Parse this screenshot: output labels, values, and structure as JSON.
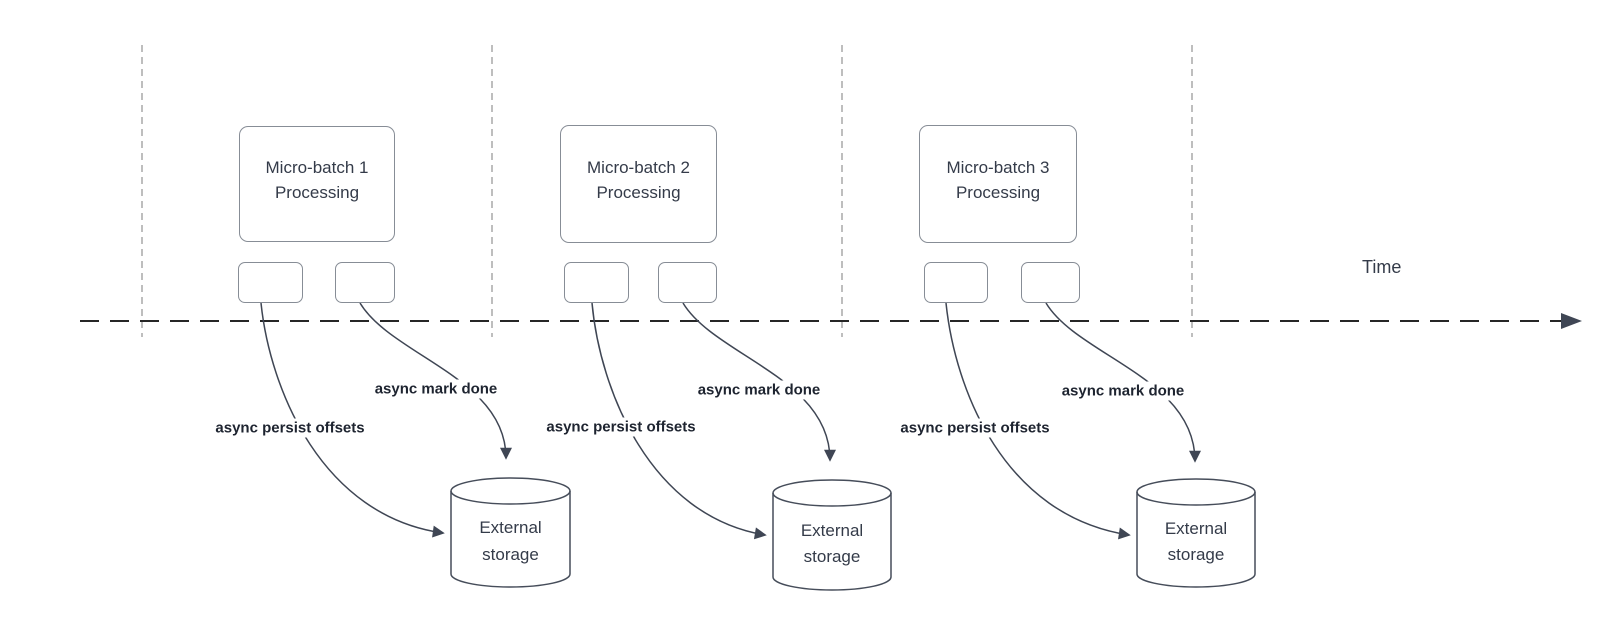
{
  "diagram": {
    "time_label": "Time",
    "groups": [
      {
        "processing_label": "Micro-batch 1 Processing",
        "persist_label": "async persist offsets",
        "mark_done_label": "async mark done",
        "storage_label": "External storage"
      },
      {
        "processing_label": "Micro-batch 2 Processing",
        "persist_label": "async persist offsets",
        "mark_done_label": "async mark done",
        "storage_label": "External storage"
      },
      {
        "processing_label": "Micro-batch 3 Processing",
        "persist_label": "async persist offsets",
        "mark_done_label": "async mark done",
        "storage_label": "External storage"
      }
    ],
    "colors": {
      "arrow_stroke": "#3f4654",
      "timeline_stroke": "#262626",
      "gridline_stroke": "#a8a8a8",
      "box_border": "#878d96",
      "text": "#343b49",
      "label_text": "#1e2430",
      "background": "#ffffff"
    }
  }
}
